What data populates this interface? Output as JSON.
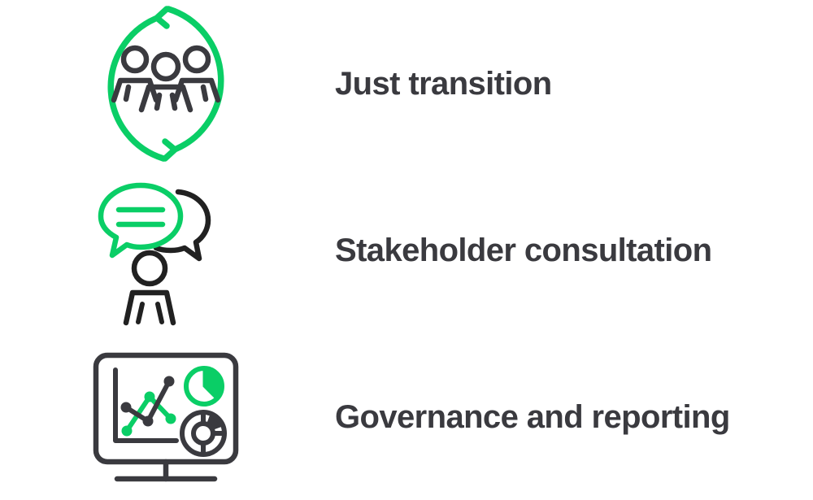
{
  "page": {
    "background_color": "#ffffff",
    "accent_green": "#0ace66",
    "dark_ink": "#3a3a3f"
  },
  "features": [
    {
      "id": "just-transition",
      "label": "Just transition",
      "icon": "people-circular-arrows-icon",
      "icon_parts": [
        "circular-arrows",
        "three-people"
      ],
      "icon_colors": {
        "primary": "#0ace66",
        "secondary": "#3a3a3f"
      }
    },
    {
      "id": "stakeholder-consultation",
      "label": "Stakeholder consultation",
      "icon": "person-speech-bubbles-icon",
      "icon_parts": [
        "green-speech-bubble",
        "dark-speech-bubble",
        "person"
      ],
      "icon_colors": {
        "primary": "#0ace66",
        "secondary": "#212121"
      }
    },
    {
      "id": "governance-and-reporting",
      "label": "Governance and reporting",
      "icon": "monitor-charts-icon",
      "icon_parts": [
        "monitor",
        "line-chart",
        "pie-chart",
        "donut-chart"
      ],
      "icon_colors": {
        "primary": "#0ace66",
        "secondary": "#3a3a3f"
      }
    }
  ]
}
